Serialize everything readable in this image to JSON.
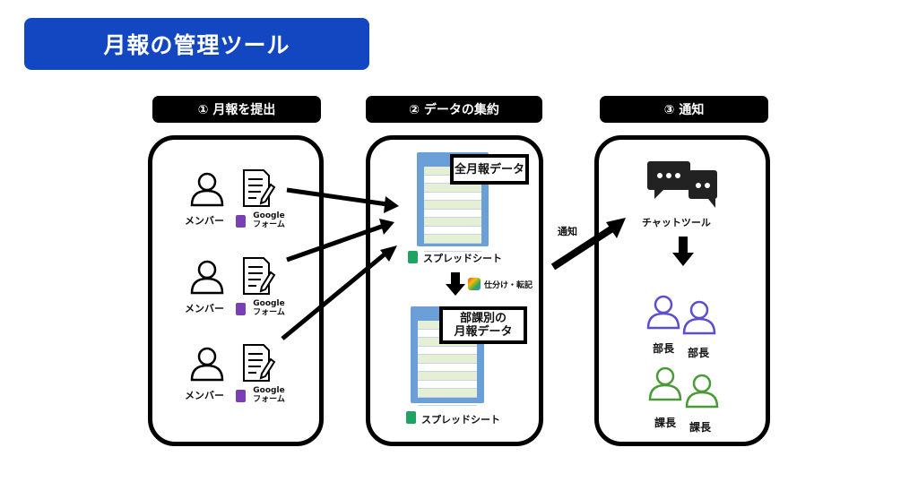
{
  "title": "月報の管理ツール",
  "colors": {
    "title_bg": "#1347c2",
    "manager_dept": "#5a4fcf",
    "manager_section": "#4a9a3a",
    "sheets_green": "#1ea362",
    "forms_purple": "#7b3fb5"
  },
  "steps": [
    {
      "label": "① 月報を提出"
    },
    {
      "label": "② データの集約"
    },
    {
      "label": "③ 通知"
    }
  ],
  "submit": {
    "members": [
      {
        "member_label": "メンバー",
        "form_line1": "Google",
        "form_line2": "フォーム"
      },
      {
        "member_label": "メンバー",
        "form_line1": "Google",
        "form_line2": "フォーム"
      },
      {
        "member_label": "メンバー",
        "form_line1": "Google",
        "form_line2": "フォーム"
      }
    ]
  },
  "aggregate": {
    "top_bubble": "全月報データ",
    "top_sheet_label": "スプレッドシート",
    "process_label": "仕分け・転記",
    "bottom_bubble_line1": "部課別の",
    "bottom_bubble_line2": "月報データ",
    "bottom_sheet_label": "スプレッドシート"
  },
  "notify_arrow_label": "通知",
  "notify": {
    "chat_label": "チャットツール",
    "dept_managers": [
      "部長",
      "部長"
    ],
    "section_managers": [
      "課長",
      "課長"
    ]
  }
}
